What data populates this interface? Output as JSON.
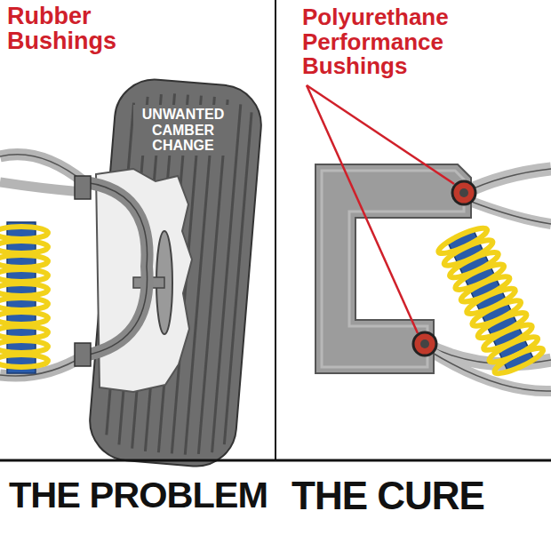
{
  "diagram": {
    "labels": [
      "Rubber Bushings",
      "UNWANTED CAMBER CHANGE",
      "Polyurethane Performance Bushings",
      "THE PROBLEM",
      "THE CURE"
    ]
  }
}
